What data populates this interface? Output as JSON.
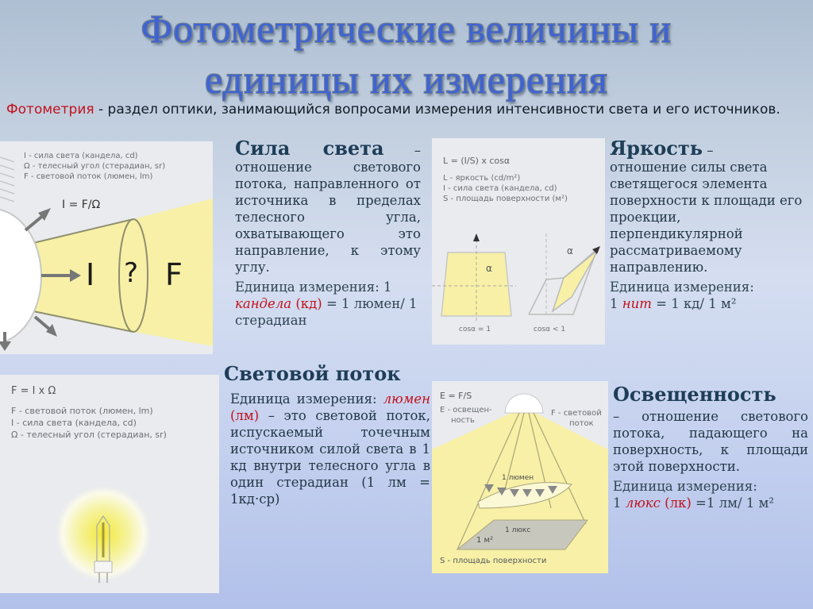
{
  "slide": {
    "title_line1": "Фотометрические величины и",
    "title_line2": "единицы их измерения",
    "intro": {
      "term": "Фотометрия",
      "text": " - раздел оптики, занимающийся вопросами измерения интенсивности света и его источников."
    }
  },
  "luminous_intensity": {
    "heading": "Сила света",
    "dash": " –",
    "definition": "отношение светового потока, направленного от источника в пределах телесного угла, охватывающего это направление, к этому углу.",
    "unit_prefix": "Единица измерения: 1 ",
    "unit_name": "кандела",
    "unit_abbr": " (кд)",
    "unit_suffix": " = 1 люмен/ 1 стерадиан",
    "figure": {
      "legend": [
        "I - сила света (кандела, cd)",
        "Ω - телесный угол (стерадиан, sr)",
        "F - световой поток (люмен, lm)"
      ],
      "formula": "I = F/Ω",
      "label_i": "I",
      "label_q": "?",
      "label_f": "F"
    }
  },
  "luminance": {
    "heading": "Яркость",
    "dash": " –",
    "definition": "отношение силы света светящегося элемента поверхности к площади его проекции, перпендикулярной рассматриваемому направлению.",
    "unit_line1": "Единица измерения:",
    "unit_prefix": "1 ",
    "unit_name": "нит",
    "unit_suffix": "  = 1 кд/ 1 м²",
    "figure": {
      "formula": "L = (I/S) x cosα",
      "legend": [
        "L - яркость (cd/m²)",
        "I - сила света (кандела, cd)",
        "S - площадь поверхности (м²)"
      ],
      "alpha": "α",
      "caption_left": "cosα = 1",
      "caption_right": "cosα < 1"
    }
  },
  "luminous_flux": {
    "heading": "Световой поток",
    "unit_prefix": "Единица измерения: ",
    "unit_name": "люмен",
    "unit_abbr": " (лм)",
    "definition": " – это световой поток, испускаемый точечным источником силой света в 1 кд внутри телесного угла в один стерадиан (1 лм = 1кд·ср)",
    "figure": {
      "formula": "F = I x Ω",
      "legend": [
        "F - световой поток (люмен, lm)",
        "I  - сила света (кандела, cd)",
        "Ω - телесный угол (стерадиан, sr)"
      ]
    }
  },
  "illuminance": {
    "heading": "Освещенность",
    "definition": "– отношение светового потока, падающего на поверхность, к площади этой поверхности.",
    "unit_line1": "Единица измерения:",
    "unit_prefix": "1 ",
    "unit_name": "люкс",
    "unit_abbr": " (лк)",
    "unit_suffix": " =1 лм/ 1 м²",
    "figure": {
      "formula": "E = F/S",
      "label_e1": "E - освещен-",
      "label_e2": "ность",
      "label_f1": "F - световой",
      "label_f2": "поток",
      "label_lumen": "1 люмен",
      "label_lux": "1 люкс",
      "label_m2": "1 м²",
      "label_s": "S - площадь поверхности"
    }
  },
  "colors": {
    "title": "#3e63d4",
    "accent_red": "#c2121c",
    "heading": "#1e3d57",
    "light_yellow": "#f7f0a6"
  }
}
